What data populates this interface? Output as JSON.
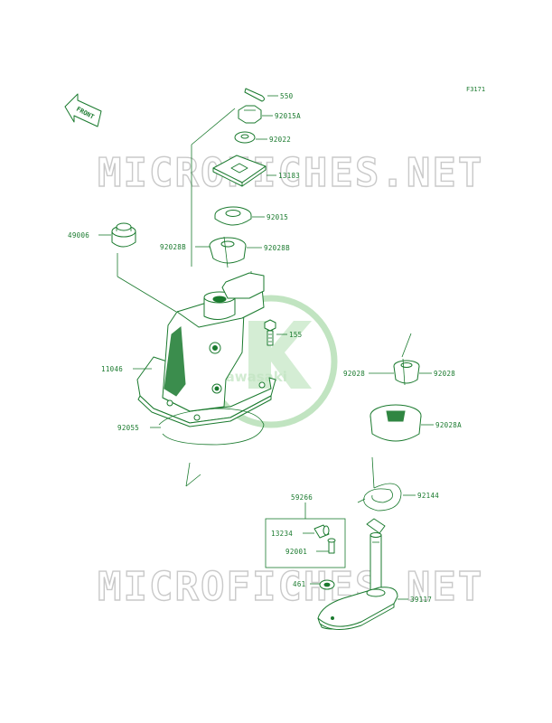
{
  "figure_code": "F3171",
  "front_label": "FRONT",
  "watermark": "MICROFICHES.NET",
  "logo_text": "Kawasaki",
  "parts": {
    "p550": "550",
    "p92015A": "92015A",
    "p92022": "92022",
    "p13183": "13183",
    "p92015": "92015",
    "p49006": "49006",
    "p92028B_left": "92028B",
    "p92028B_right": "92028B",
    "p155": "155",
    "p11046": "11046",
    "p92028_left": "92028",
    "p92028_right": "92028",
    "p92028A": "92028A",
    "p92055": "92055",
    "p92144": "92144",
    "p59266": "59266",
    "p13234": "13234",
    "p92001": "92001",
    "p461": "461",
    "p39117": "39117"
  },
  "colors": {
    "ink": "#1a7a2e",
    "watermark": "#c9c9c9",
    "logo": "#8fcf8f"
  }
}
